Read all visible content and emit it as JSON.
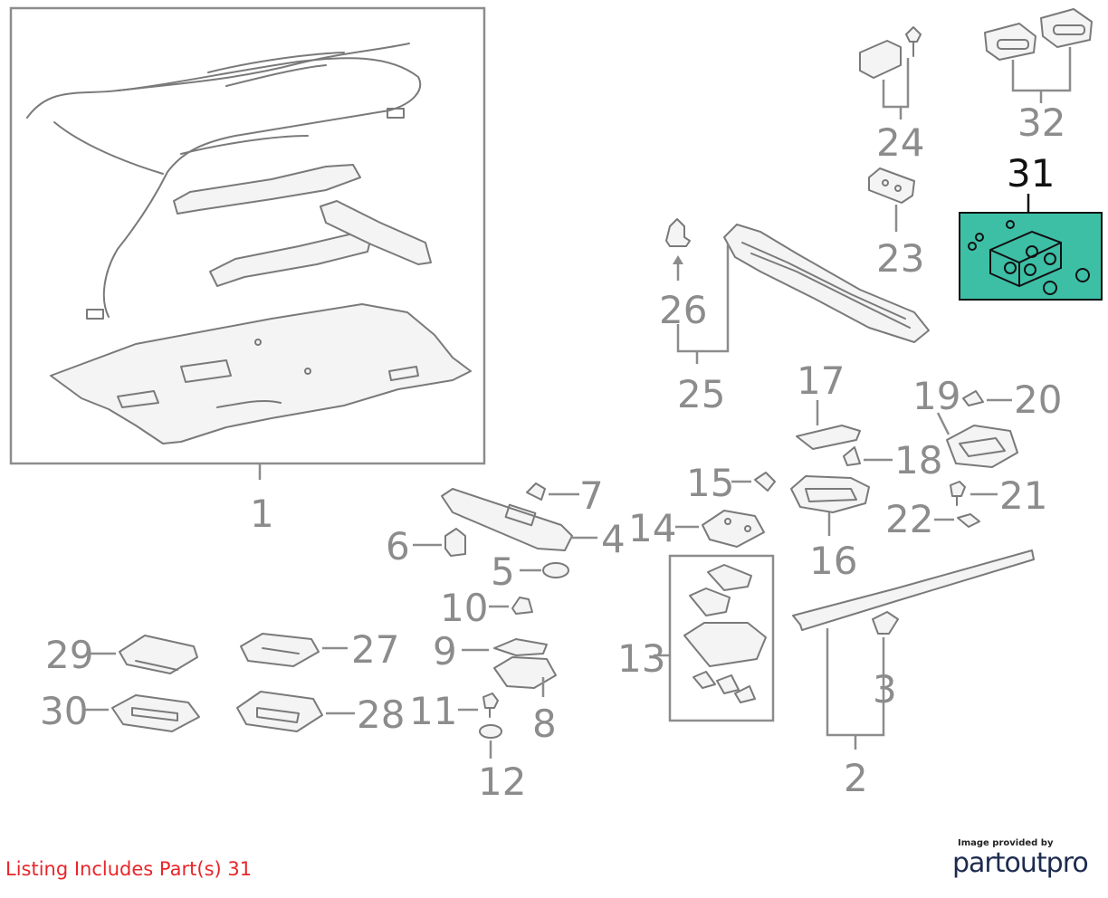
{
  "callouts": {
    "c1": "1",
    "c2": "2",
    "c3": "3",
    "c4": "4",
    "c5": "5",
    "c6": "6",
    "c7": "7",
    "c8": "8",
    "c9": "9",
    "c10": "10",
    "c11": "11",
    "c12": "12",
    "c13": "13",
    "c14": "14",
    "c15": "15",
    "c16": "16",
    "c17": "17",
    "c18": "18",
    "c19": "19",
    "c20": "20",
    "c21": "21",
    "c22": "22",
    "c23": "23",
    "c24": "24",
    "c25": "25",
    "c26": "26",
    "c27": "27",
    "c28": "28",
    "c29": "29",
    "c30": "30",
    "c31": "31",
    "c32": "32"
  },
  "highlight_color": "#3dbfa6",
  "listing_note": "Listing Includes Part(s) 31",
  "credit": {
    "caption": "Image provided by",
    "brand": "partoutpro"
  }
}
